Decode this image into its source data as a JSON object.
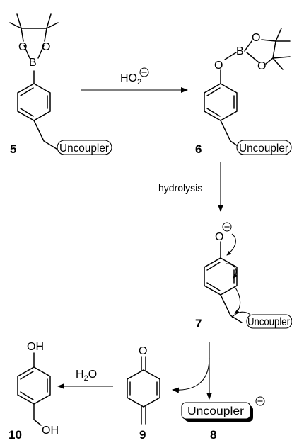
{
  "atoms": {
    "O": "O",
    "B": "B",
    "OH": "OH",
    "H2O_H": "H",
    "H2O_sub": "2",
    "H2O_O": "O",
    "HO2_H": "HO",
    "HO2_sub": "2",
    "minus": "−"
  },
  "compounds": {
    "c5": "5",
    "c6": "6",
    "c7": "7",
    "c8": "8",
    "c9": "9",
    "c10": "10"
  },
  "uncoupler_label": "Uncoupler",
  "reagents": {
    "hydrolysis": "hydrolysis"
  }
}
